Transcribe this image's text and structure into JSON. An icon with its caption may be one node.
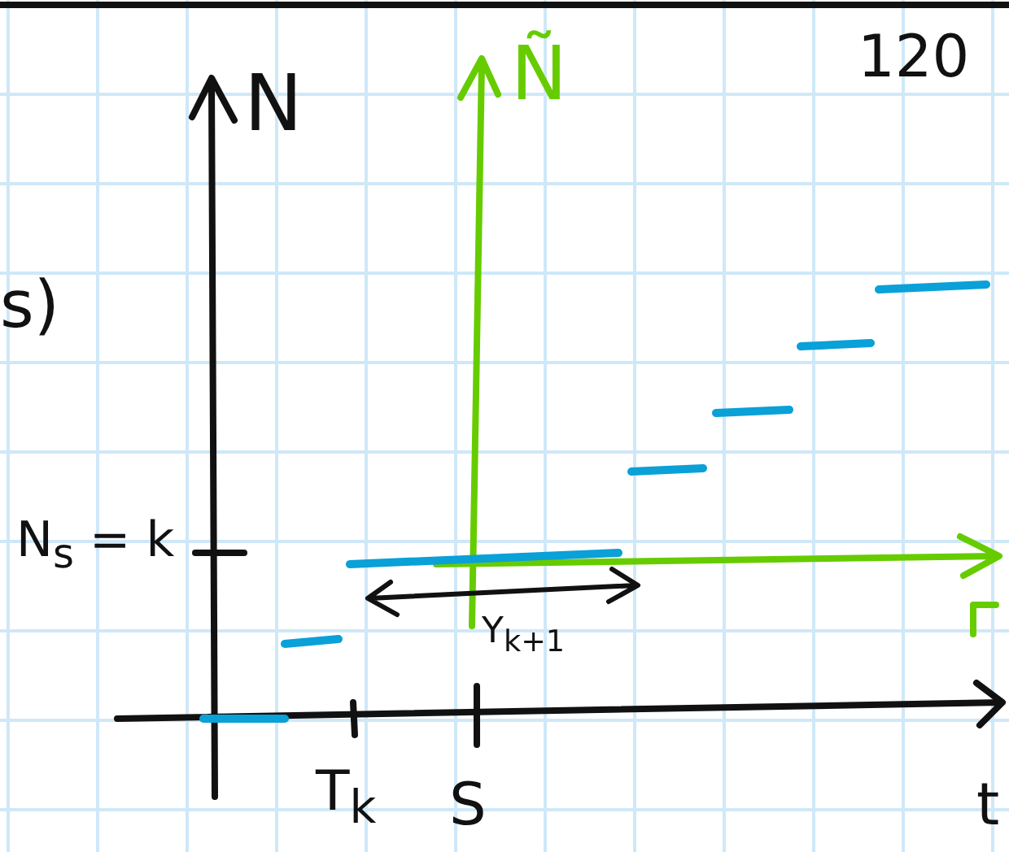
{
  "diagram": {
    "labels": [
      "120",
      "s)",
      "N",
      "Ñ",
      "N$_{s}$ = k",
      "Y$_{k+1}$",
      "T$_{k}$",
      "S",
      "t"
    ]
  }
}
